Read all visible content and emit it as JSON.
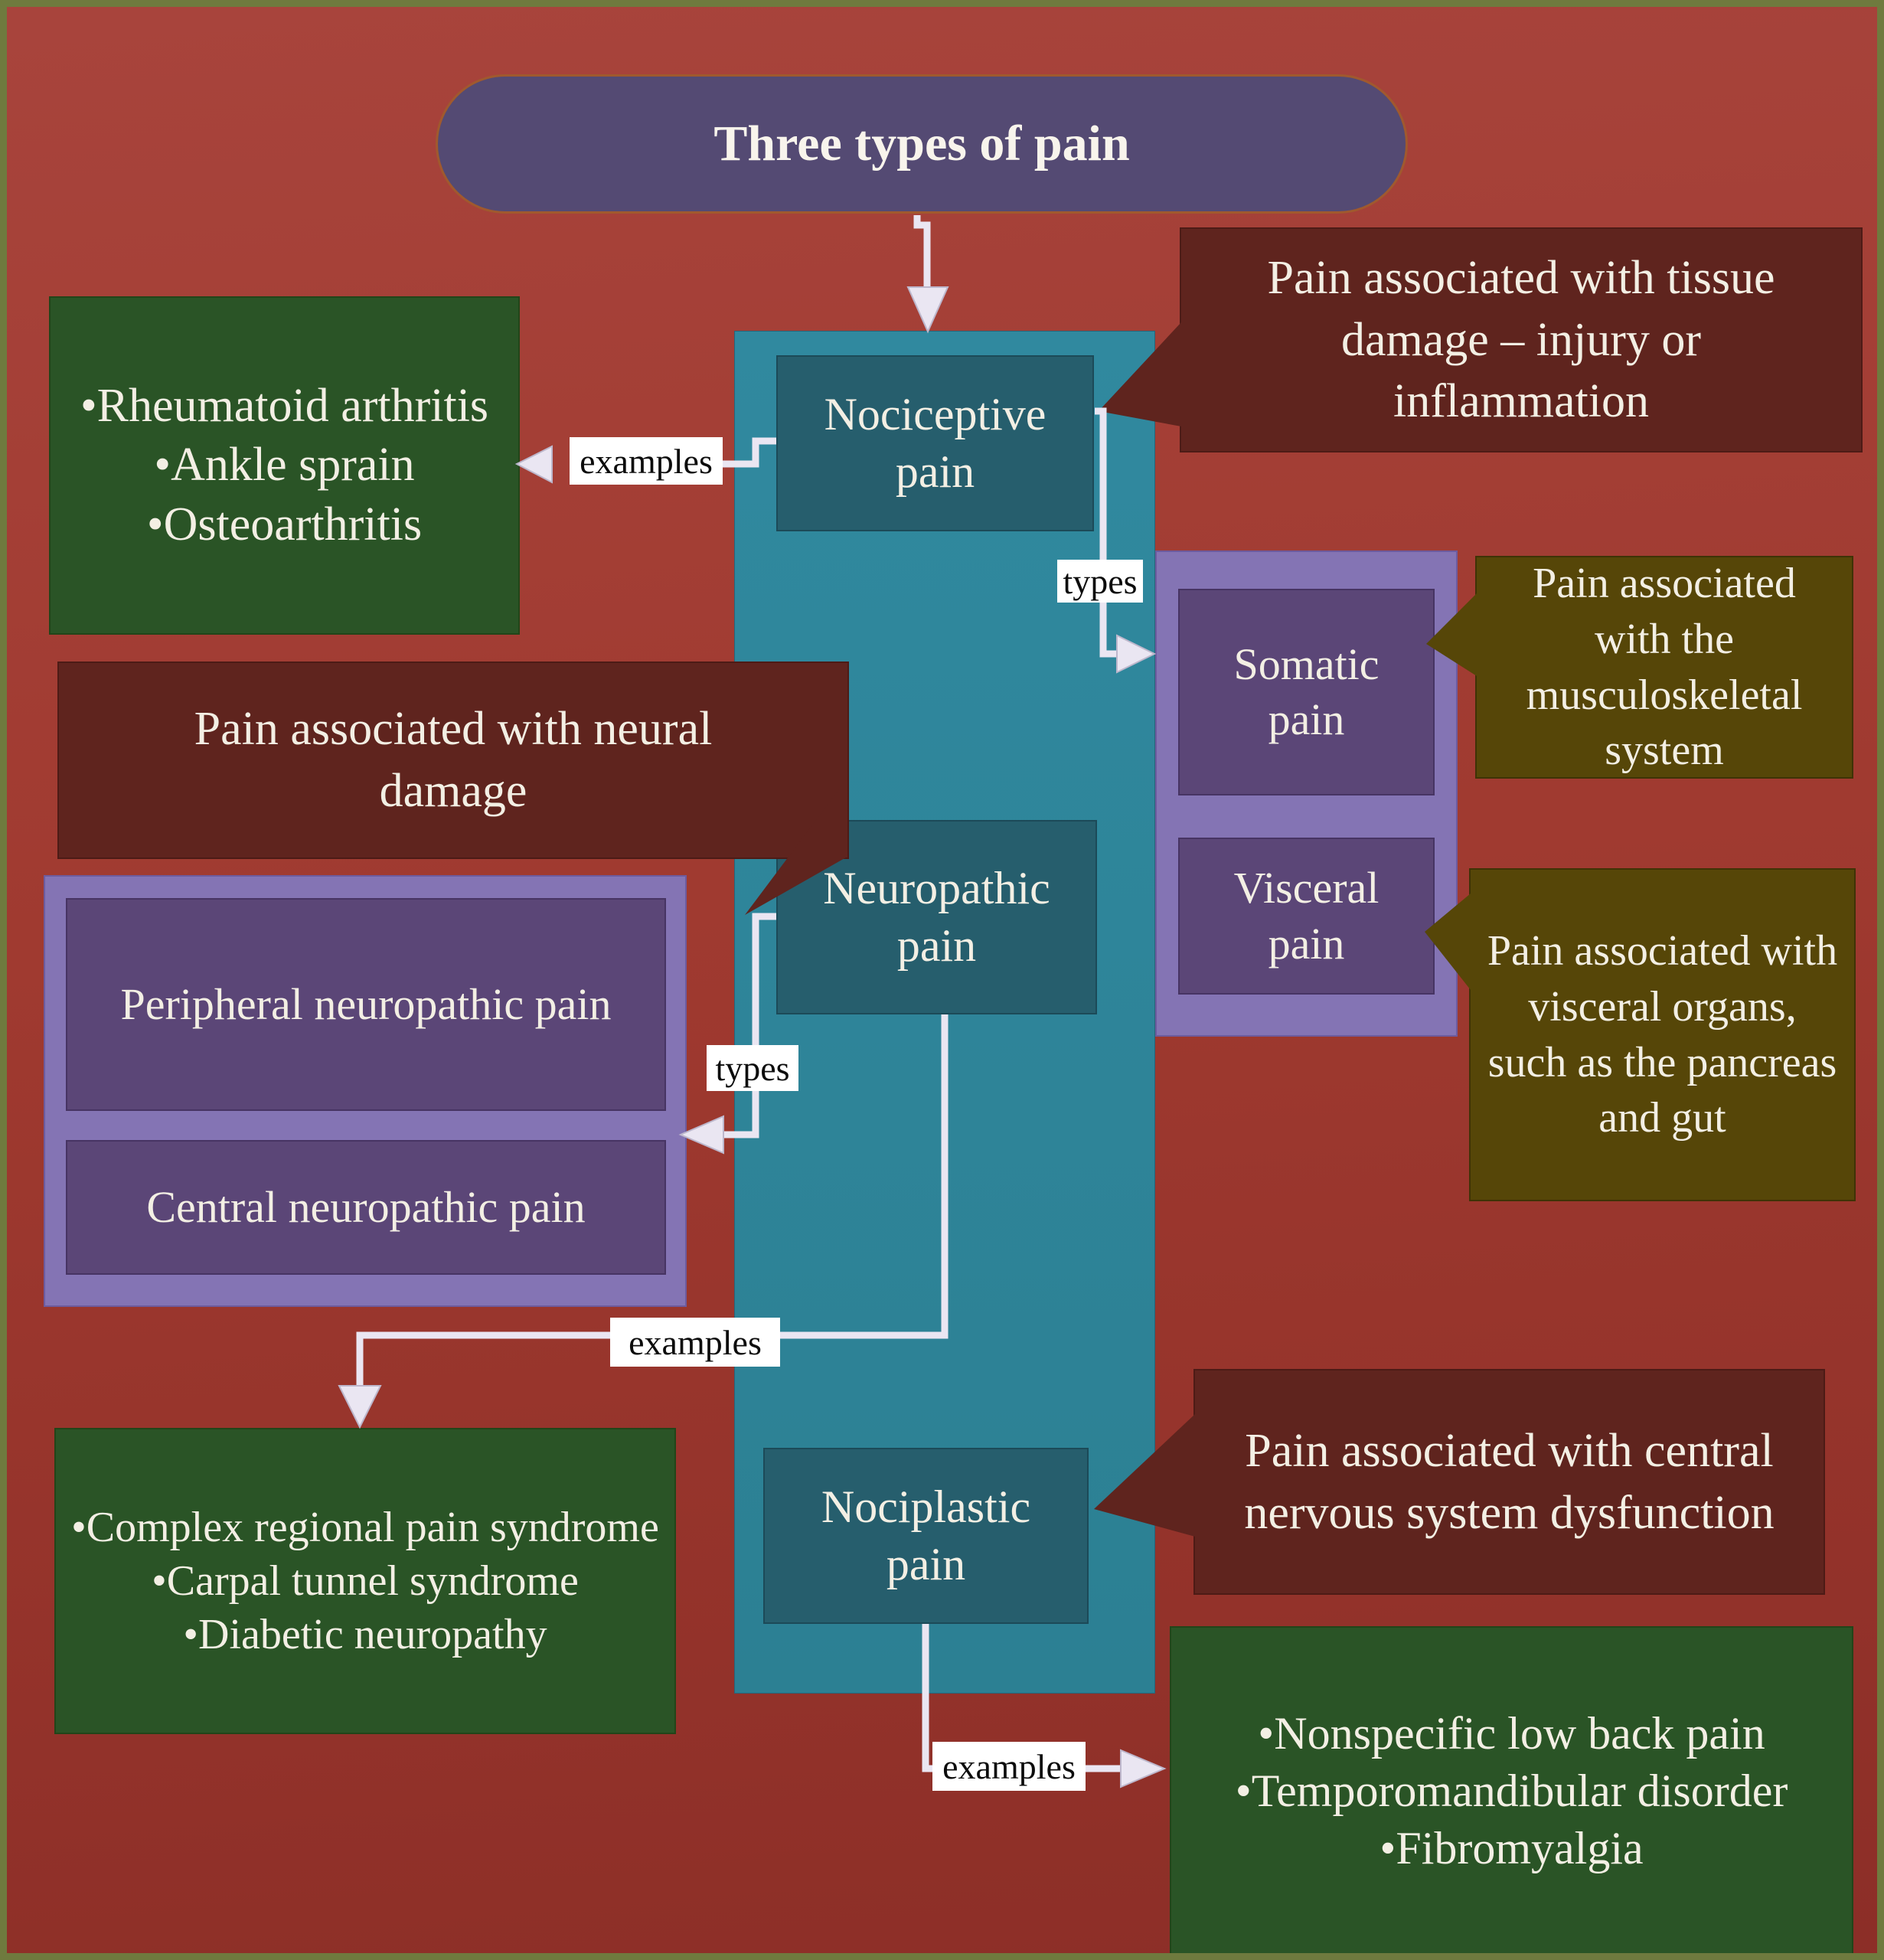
{
  "title": {
    "label": "Three types of pain"
  },
  "pain_types": {
    "nociceptive": {
      "label": "Nociceptive pain"
    },
    "neuropathic": {
      "label": "Neuropathic pain"
    },
    "nociplastic": {
      "label": "Nociplastic pain"
    }
  },
  "callouts": {
    "tissue": "Pain associated with tissue damage – injury or inflammation",
    "neural": "Pain associated with neural damage",
    "cns": "Pain associated with central nervous system dysfunction",
    "musculoskeletal": "Pain associated with the musculoskeletal system",
    "visceral": "Pain associated with visceral organs, such as the pancreas and gut"
  },
  "subtypes": {
    "nociceptive": {
      "somatic": "Somatic pain",
      "visceral": "Visceral pain"
    },
    "neuropathic": {
      "peripheral": "Peripheral neuropathic pain",
      "central": "Central neuropathic pain"
    }
  },
  "examples": {
    "nociceptive": {
      "items": [
        "•Rheumatoid arthritis",
        "•Ankle sprain",
        "•Osteoarthritis"
      ]
    },
    "neuropathic": {
      "items": [
        "•Complex regional pain syndrome",
        "•Carpal tunnel syndrome",
        "•Diabetic neuropathy"
      ]
    },
    "nociplastic": {
      "items": [
        "•Nonspecific low back pain",
        "•Temporomandibular disorder",
        "•Fibromyalgia"
      ]
    }
  },
  "connector_labels": {
    "examples_top": "examples",
    "types_right": "types",
    "types_left": "types",
    "examples_mid": "examples",
    "examples_bottom": "examples"
  },
  "colors": {
    "background_red": "#A03A30",
    "border_olive": "#6F7A3E",
    "title_purple": "#544A73",
    "teal_panel": "#2F869C",
    "type_box_teal": "#265E6D",
    "green_box": "#2A5426",
    "callout_dark_red": "#5F241E",
    "olive_box": "#564608",
    "purple_container": "#8474B4",
    "purple_box": "#5B4677",
    "connector_white": "#EAE6F2"
  }
}
